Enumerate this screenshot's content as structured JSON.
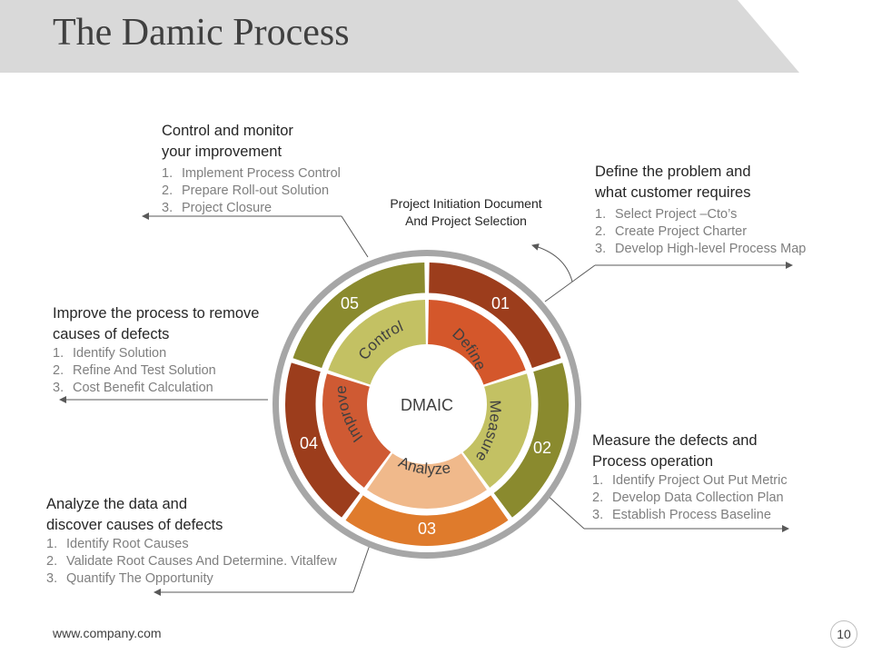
{
  "title": "The Damic Process",
  "colors": {
    "header_band": "#d9d9d9",
    "ring_gray": "#a6a6a6",
    "define_outer": "#9c3d1c",
    "define_inner": "#d4572b",
    "measure_outer": "#8a8a2e",
    "measure_inner": "#c3c163",
    "analyze_outer": "#df7b2c",
    "analyze_inner": "#f0b98b",
    "improve_outer": "#9c3d1c",
    "improve_inner": "#cf5a33",
    "control_outer": "#8a8a2e",
    "control_inner": "#c3c163"
  },
  "center_label": "DMAIC",
  "phases": [
    {
      "num": "01",
      "label": "Define"
    },
    {
      "num": "02",
      "label": "Measure"
    },
    {
      "num": "03",
      "label": "Analyze"
    },
    {
      "num": "04",
      "label": "Improve"
    },
    {
      "num": "05",
      "label": "Control"
    }
  ],
  "project_initiation": {
    "line1": "Project Initiation Document",
    "line2": "And Project Selection"
  },
  "blocks": {
    "control": {
      "heading_line1": "Control and monitor",
      "heading_line2": "your improvement",
      "items": [
        "Implement Process Control",
        "Prepare Roll-out Solution",
        "Project Closure"
      ]
    },
    "define": {
      "heading_line1": "Define the problem and",
      "heading_line2": "what customer requires",
      "items": [
        "Select Project –Cto’s",
        "Create Project Charter",
        "Develop High-level Process Map"
      ]
    },
    "improve": {
      "heading_line1": "Improve the process to remove",
      "heading_line2": "causes of defects",
      "items": [
        "Identify Solution",
        "Refine And Test Solution",
        "Cost Benefit Calculation"
      ]
    },
    "measure": {
      "heading_line1": "Measure the defects and",
      "heading_line2": "Process operation",
      "items": [
        "Identify Project Out Put Metric",
        "Develop Data Collection Plan",
        "Establish Process Baseline"
      ]
    },
    "analyze": {
      "heading_line1": "Analyze the data and",
      "heading_line2": "discover causes of defects",
      "items": [
        "Identify Root Causes",
        "Validate Root Causes And Determine. Vitalfew",
        "Quantify The Opportunity"
      ]
    }
  },
  "list_numbers": [
    "1.",
    "2.",
    "3."
  ],
  "footer": {
    "url": "www.company.com",
    "page": "10"
  }
}
